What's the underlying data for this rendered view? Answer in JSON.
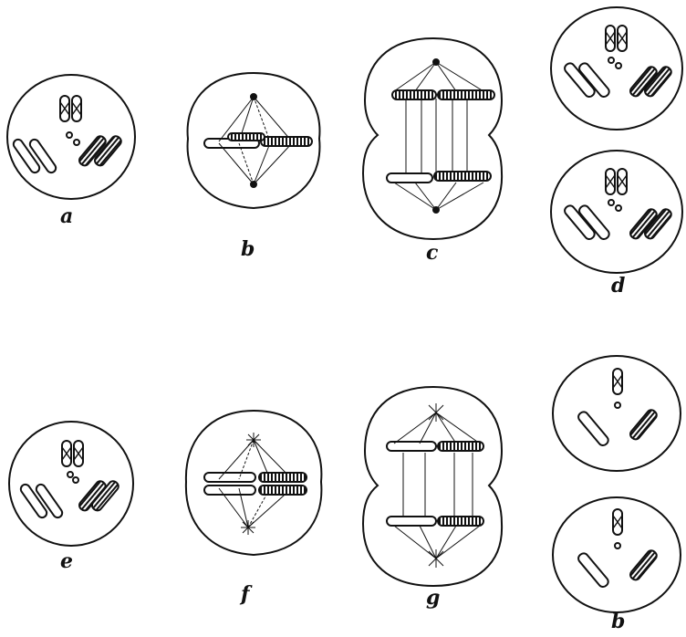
{
  "labels": {
    "a": "a",
    "b": "b",
    "c": "c",
    "d": "d",
    "e": "e",
    "f": "f",
    "g": "g",
    "h": "b"
  },
  "colors": {
    "ink": "#111111",
    "background": "#ffffff"
  }
}
